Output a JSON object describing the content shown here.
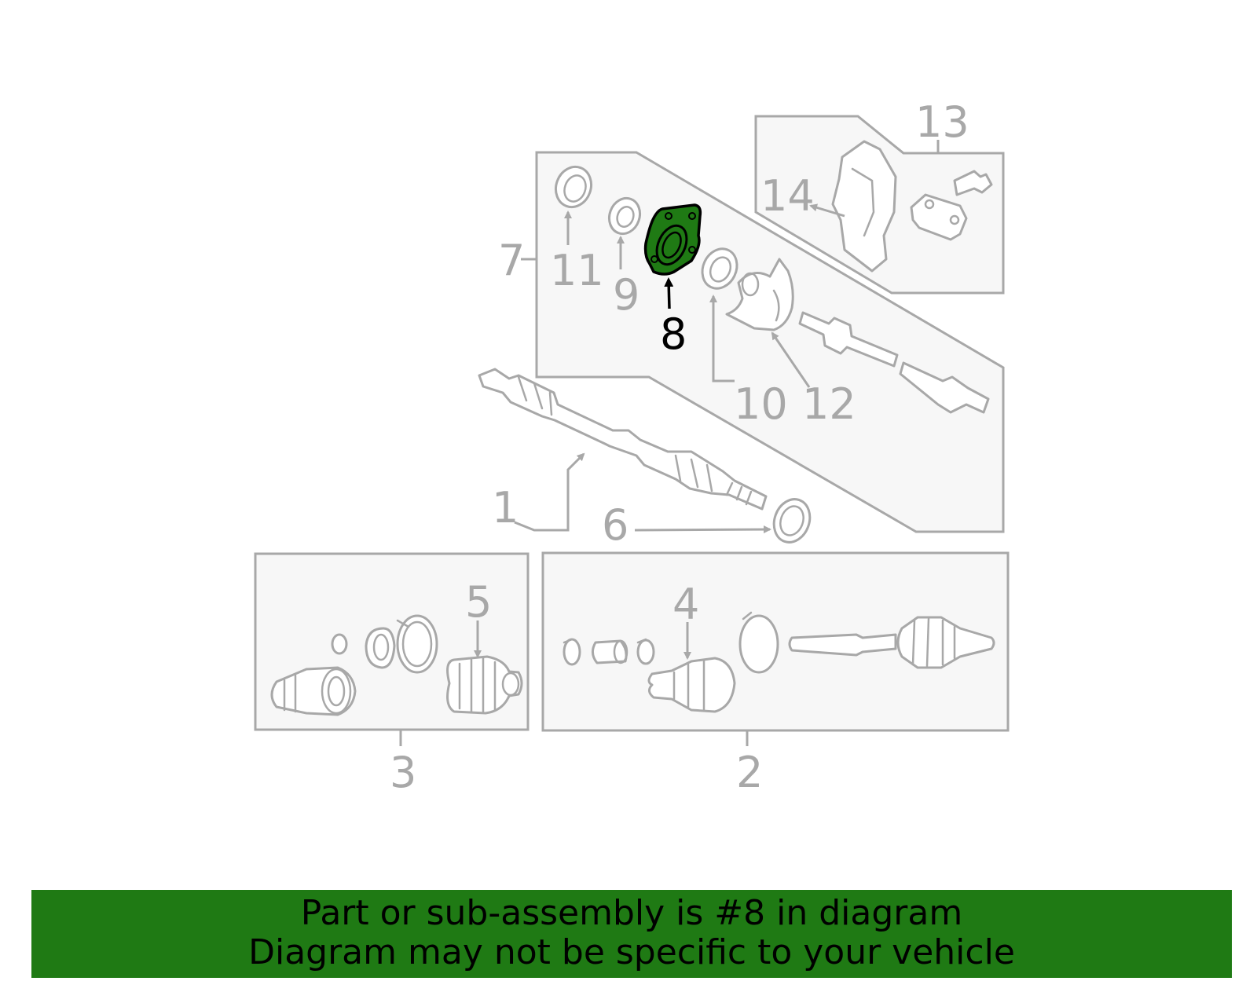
{
  "diagram": {
    "highlight_color": "#1f7a14",
    "line_color": "#a8a8a8",
    "labels": {
      "p1": "1",
      "p2": "2",
      "p3": "3",
      "p4": "4",
      "p5": "5",
      "p6": "6",
      "p7": "7",
      "p8": "8",
      "p9": "9",
      "p10": "10",
      "p11": "11",
      "p12": "12",
      "p13": "13",
      "p14": "14"
    },
    "highlighted_part": "8"
  },
  "footer": {
    "line1": "Part or sub-assembly is #8 in diagram",
    "line2": "Diagram may not be specific to your vehicle",
    "background": "#1f7a14"
  }
}
